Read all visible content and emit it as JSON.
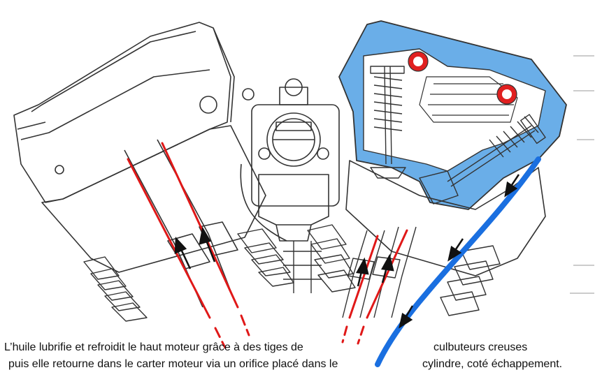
{
  "caption": {
    "line_1": "L’huile lubrifie et refroidit le haut moteur grâce à des tiges de",
    "line_2": "puis elle retourne dans le carter moteur via un orifice placé dans le",
    "line_3": "culbuteurs creuses",
    "line_4": "cylindre, coté échappement."
  },
  "colors": {
    "oil_feed": "#e01818",
    "oil_return": "#1a6fe0",
    "oil_fill": "#6aaee8",
    "line_art": "#333333",
    "ports": "#e02020"
  }
}
